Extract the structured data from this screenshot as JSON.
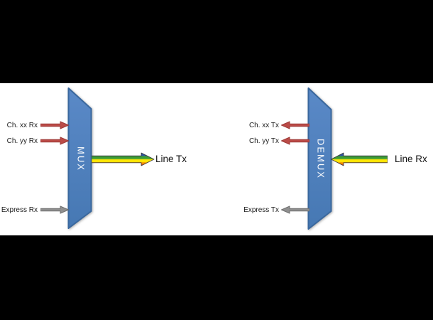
{
  "colors": {
    "canvas_bg": "#000000",
    "panel_bg": "#ffffff",
    "label_color": "#1a1a1a",
    "shape_fill_top": "#5A89C7",
    "shape_fill_bottom": "#4678B3",
    "shape_border": "#3A689E",
    "shape_label_color": "#ffffff",
    "channel_arrow": "#BB4B47",
    "channel_arrow_border": "#9E3B38",
    "express_arrow": "#8F8F8F",
    "express_arrow_border": "#6F6F6F",
    "rainbow": [
      "#2B50A5",
      "#3C9B35",
      "#FFE605",
      "#F28C00",
      "#D63129"
    ]
  },
  "mux": {
    "label": "MUX",
    "channel_inputs": [
      {
        "label": "Ch. xx Rx"
      },
      {
        "label": "Ch. yy Rx"
      }
    ],
    "express_input": {
      "label": "Express Rx"
    },
    "line_output": {
      "label": "Line Tx"
    }
  },
  "demux": {
    "label": "DEMUX",
    "channel_outputs": [
      {
        "label": "Ch. xx Tx"
      },
      {
        "label": "Ch. yy Tx"
      }
    ],
    "express_output": {
      "label": "Express Tx"
    },
    "line_input": {
      "label": "Line Rx"
    }
  }
}
